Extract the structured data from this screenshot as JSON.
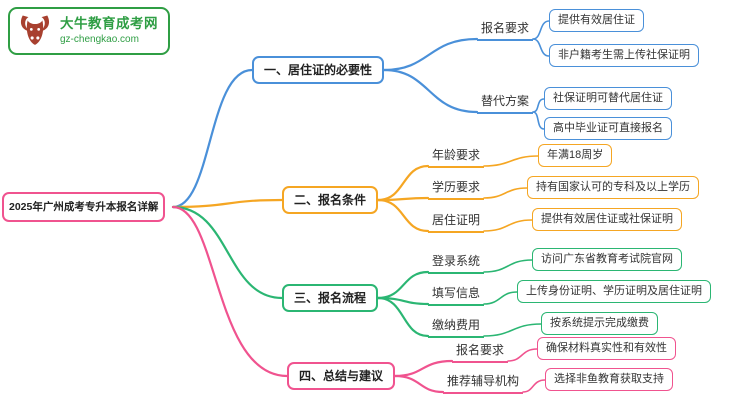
{
  "logo": {
    "site_name": "大牛教育成考网",
    "site_url": "gz-chengkao.com",
    "border_color": "#2f9e44",
    "text_color": "#2f9e44",
    "icon": "bull-icon",
    "icon_color": "#a8402f"
  },
  "root": {
    "label": "2025年广州成考专升本报名详解",
    "color": "#f0538f"
  },
  "branches": [
    {
      "label": "一、居住证的必要性",
      "color": "#4a90d9",
      "children": [
        {
          "label": "报名要求",
          "leaves": [
            "提供有效居住证",
            "非户籍考生需上传社保证明"
          ]
        },
        {
          "label": "替代方案",
          "leaves": [
            "社保证明可替代居住证",
            "高中毕业证可直接报名"
          ]
        }
      ]
    },
    {
      "label": "二、报名条件",
      "color": "#f5a623",
      "children": [
        {
          "label": "年龄要求",
          "leaves": [
            "年满18周岁"
          ]
        },
        {
          "label": "学历要求",
          "leaves": [
            "持有国家认可的专科及以上学历"
          ]
        },
        {
          "label": "居住证明",
          "leaves": [
            "提供有效居住证或社保证明"
          ]
        }
      ]
    },
    {
      "label": "三、报名流程",
      "color": "#2bb673",
      "children": [
        {
          "label": "登录系统",
          "leaves": [
            "访问广东省教育考试院官网"
          ]
        },
        {
          "label": "填写信息",
          "leaves": [
            "上传身份证明、学历证明及居住证明"
          ]
        },
        {
          "label": "缴纳费用",
          "leaves": [
            "按系统提示完成缴费"
          ]
        }
      ]
    },
    {
      "label": "四、总结与建议",
      "color": "#f0538f",
      "children": [
        {
          "label": "报名要求",
          "leaves": [
            "确保材料真实性和有效性"
          ]
        },
        {
          "label": "推荐辅导机构",
          "leaves": [
            "选择非鱼教育获取支持"
          ]
        }
      ]
    }
  ]
}
